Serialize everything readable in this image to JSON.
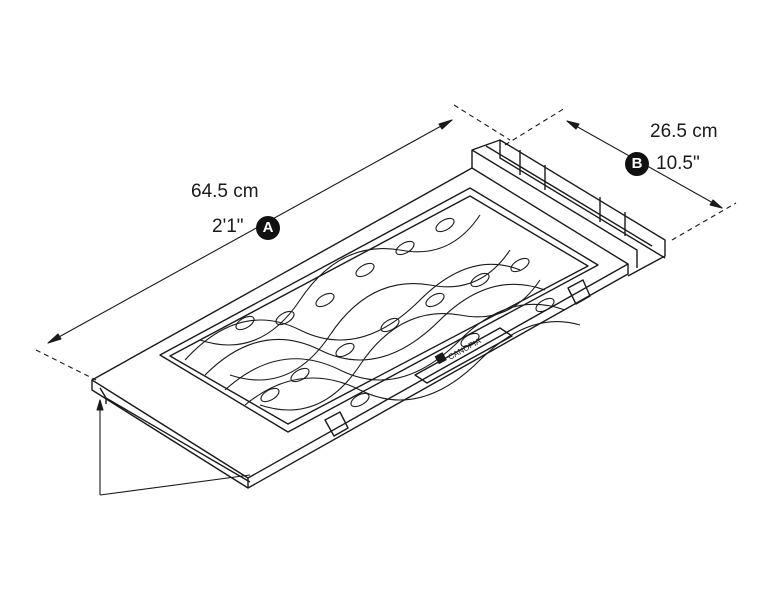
{
  "dimensions": {
    "length": {
      "badge": "A",
      "metric": "64.5 cm",
      "imperial": "2'1\""
    },
    "width": {
      "badge": "B",
      "metric": "26.5 cm",
      "imperial": "10.5\""
    }
  },
  "brand_mark": {
    "text": "CANOPIA"
  },
  "colors": {
    "line": "#1a1a1a",
    "badge_fill": "#111111",
    "badge_text": "#ffffff",
    "background": "#ffffff"
  }
}
